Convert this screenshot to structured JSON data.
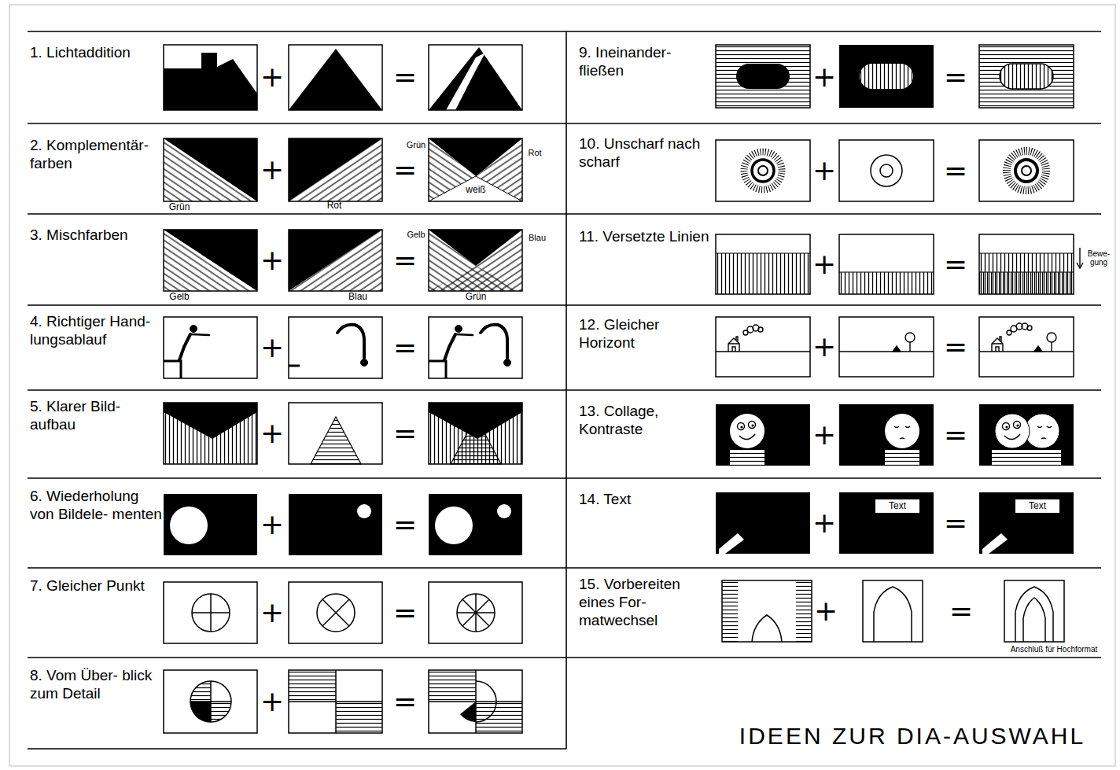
{
  "diagram": {
    "title": "IDEEN ZUR DIA-AUSWAHL",
    "nodes": [
      {
        "text": [
          "1. Lichtaddition"
        ]
      },
      {
        "text": [
          "2. Komplementär- farben"
        ]
      },
      {
        "text": [
          "3. Mischfarben"
        ]
      },
      {
        "text": [
          "4. Richtiger Hand- lungsablauf"
        ]
      },
      {
        "text": [
          "5. Klarer Bild- aufbau"
        ]
      },
      {
        "text": [
          "6. Wiederholung von Bildele- menten"
        ]
      },
      {
        "text": [
          "7. Gleicher Punkt"
        ]
      },
      {
        "text": [
          "8. Vom Über- blick zum Detail"
        ]
      },
      {
        "text": [
          "9. Ineinander- fließen"
        ]
      },
      {
        "text": [
          "10. Unscharf nach scharf"
        ]
      },
      {
        "text": [
          "11. Versetzte Linien"
        ]
      },
      {
        "text": [
          "12. Gleicher Horizont"
        ]
      },
      {
        "text": [
          "13. Collage, Kontraste"
        ]
      },
      {
        "text": [
          "14. Text"
        ]
      },
      {
        "text": [
          "15. Vorbereiten eines For- matwechsel"
        ]
      }
    ],
    "labels": [
      "+",
      "=",
      "Grün",
      "+",
      "Rot",
      "=",
      "Grün",
      "Rot",
      "weiß",
      "Gelb",
      "+",
      "Blau",
      "=",
      "Gelb",
      "Blau",
      "Grün",
      "+",
      "=",
      "+",
      "=",
      "+",
      "=",
      "+",
      "=",
      "+",
      "=",
      "+",
      "=",
      "+",
      "=",
      "+",
      "=",
      "Bewe- gung",
      "+",
      "=",
      "+",
      "=",
      "+",
      "Text",
      "=",
      "Text",
      "+",
      "=",
      "Anschluß für Hochformat"
    ]
  }
}
